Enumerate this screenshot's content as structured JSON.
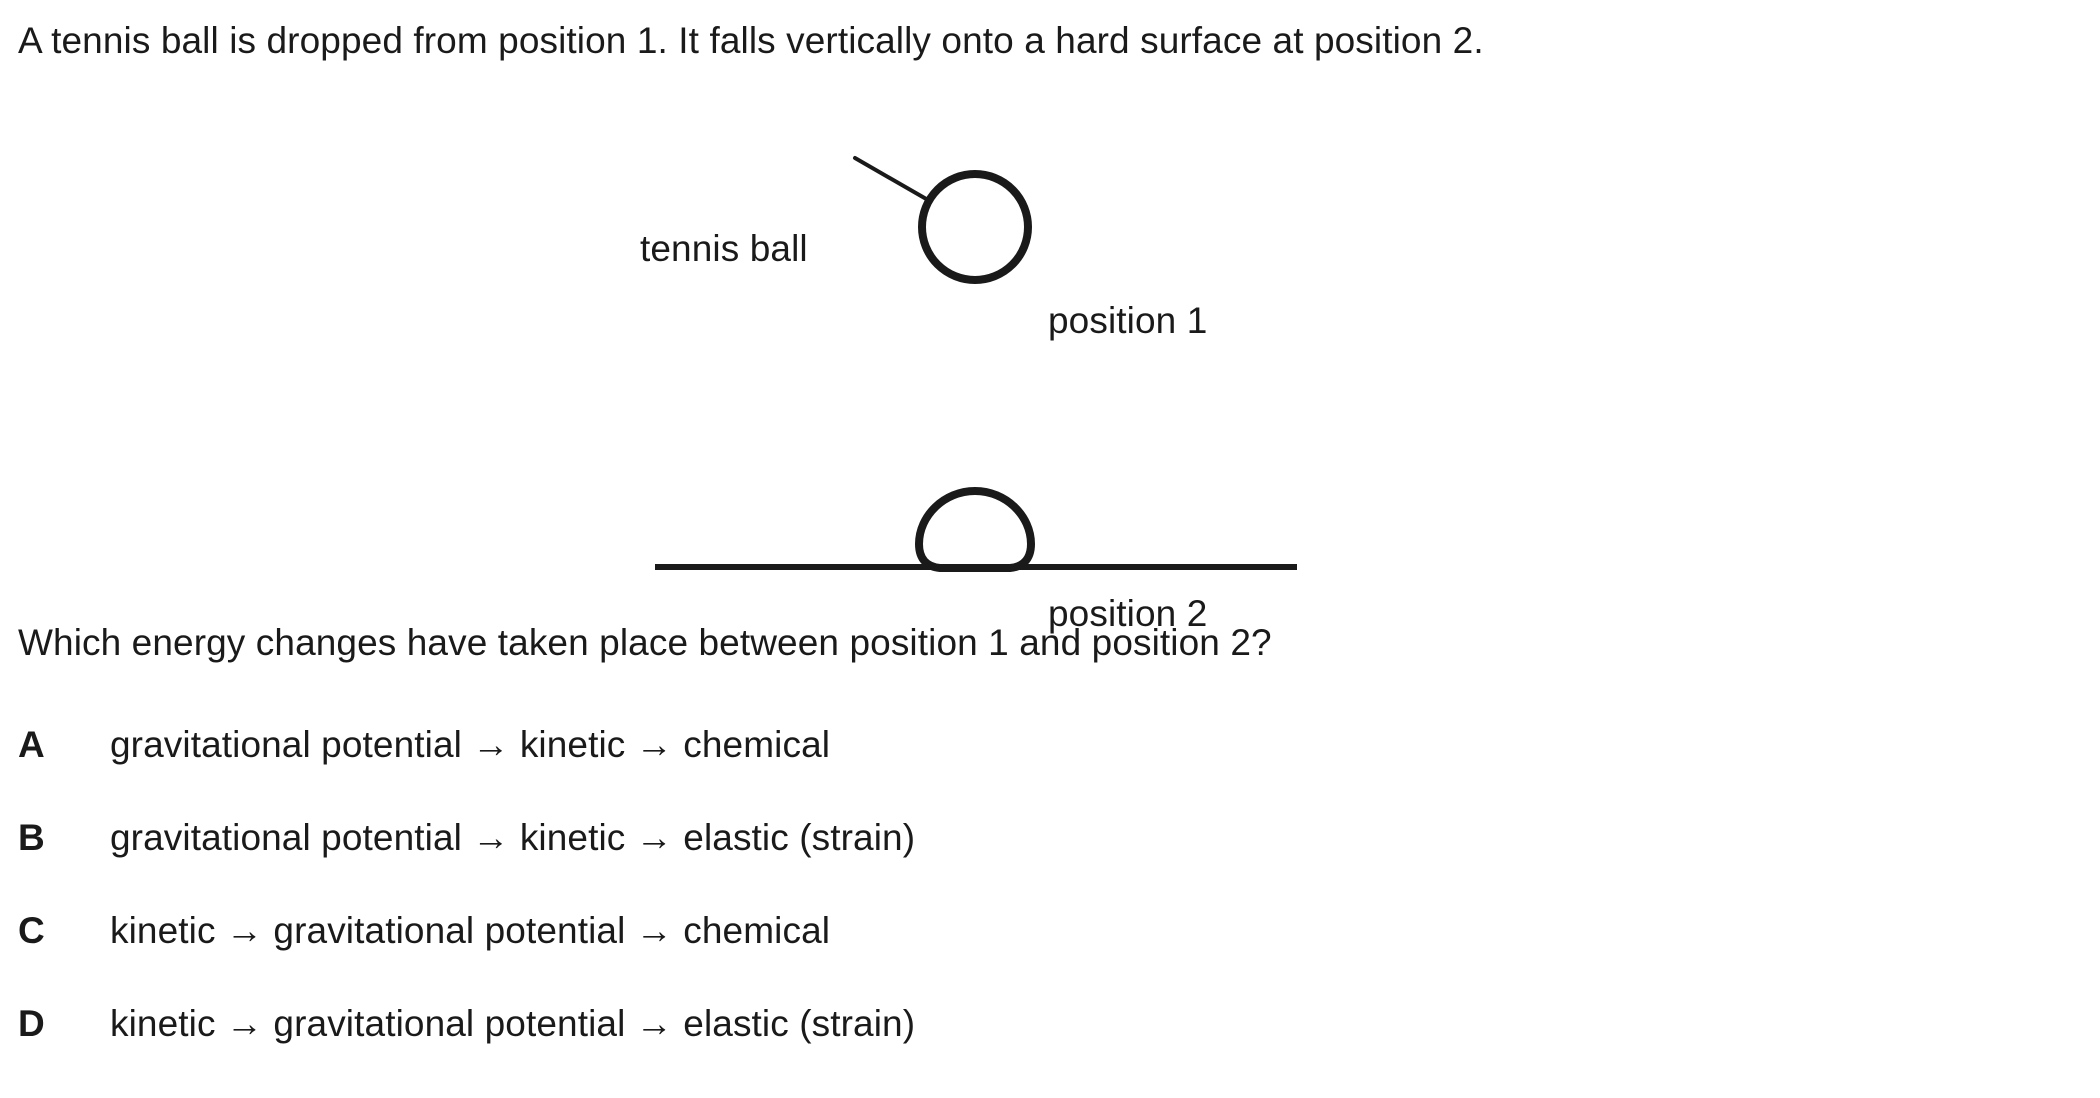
{
  "stem": {
    "text": "A tennis ball is dropped from position 1. It falls vertically onto a hard surface at position 2."
  },
  "diagram": {
    "ball_label": "tennis ball",
    "position_1_label": "position 1",
    "position_2_label": "position 2",
    "stroke_color": "#1a1a1a",
    "ball_fill": "#ffffff"
  },
  "question": {
    "text": "Which energy changes have taken place between position 1 and position 2?"
  },
  "options": [
    {
      "letter": "A",
      "text": "gravitational potential → kinetic → chemical"
    },
    {
      "letter": "B",
      "text": "gravitational potential → kinetic → elastic (strain)"
    },
    {
      "letter": "C",
      "text": "kinetic → gravitational potential → chemical"
    },
    {
      "letter": "D",
      "text": "kinetic → gravitational potential → elastic (strain)"
    }
  ]
}
